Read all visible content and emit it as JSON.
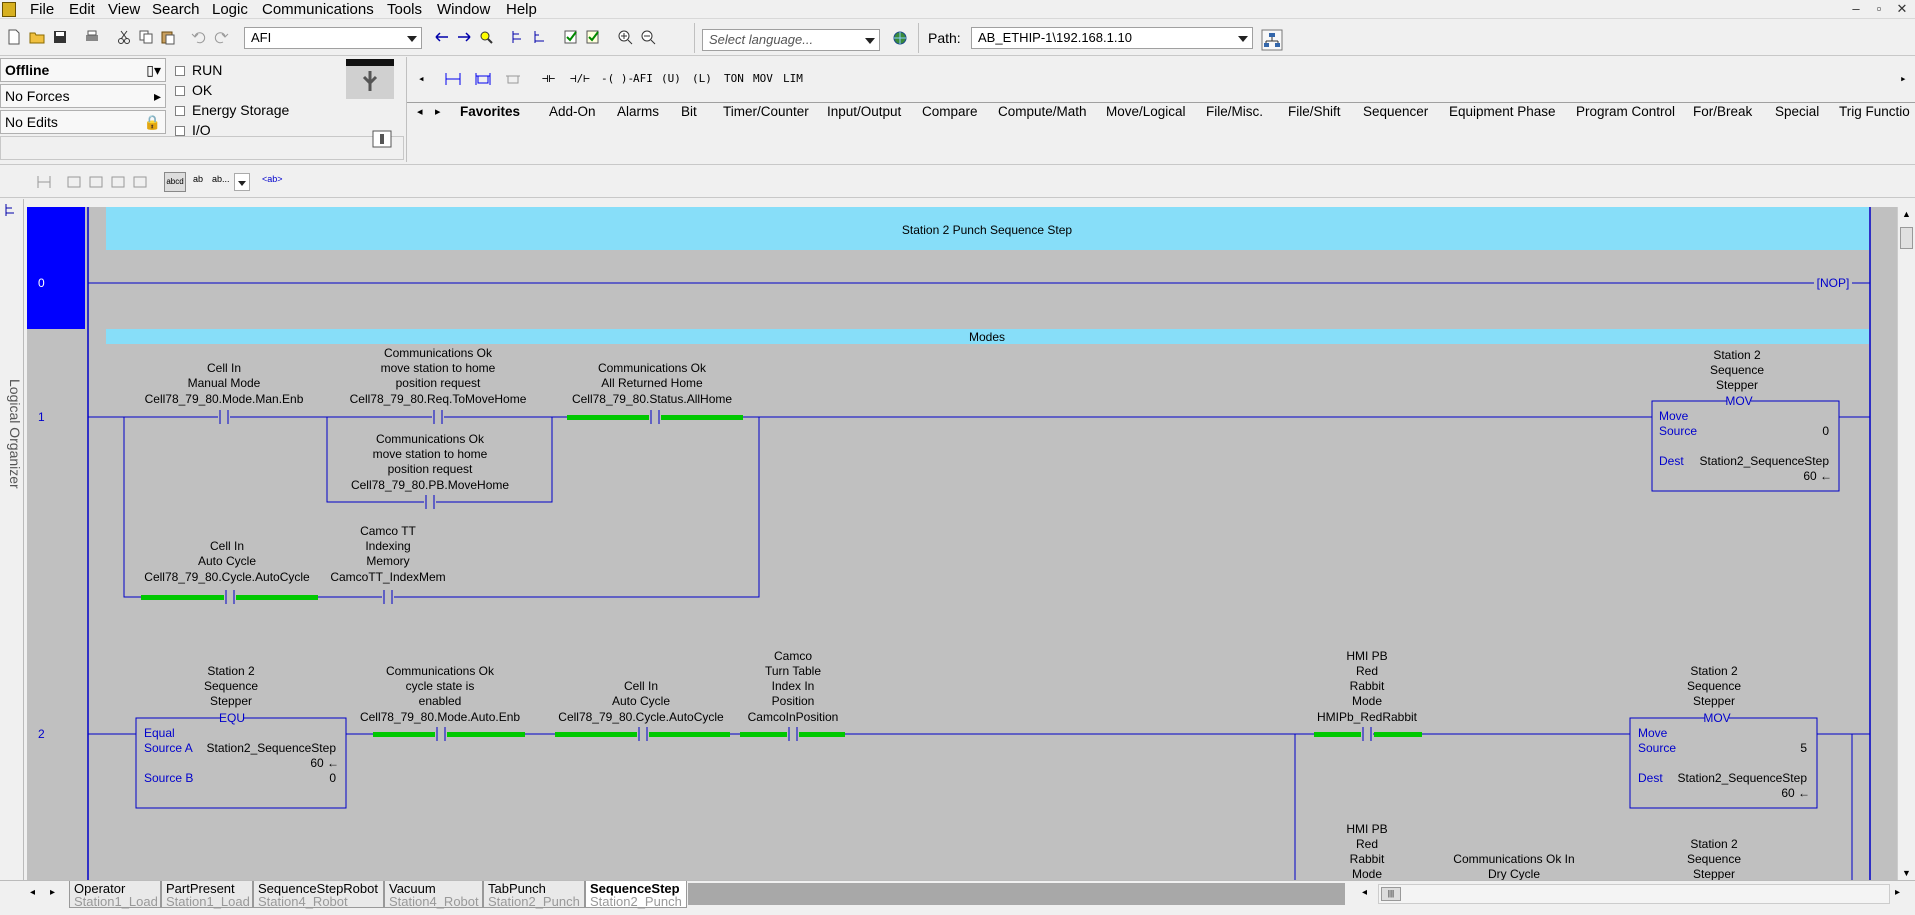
{
  "menu": [
    "File",
    "Edit",
    "View",
    "Search",
    "Logic",
    "Communications",
    "Tools",
    "Window",
    "Help"
  ],
  "window_controls": {
    "minimize": "–",
    "restore": "▫",
    "close": "✕"
  },
  "toolbar": {
    "routine_combo": "AFI",
    "language_placeholder": "Select language...",
    "path_label": "Path:",
    "path_value": "AB_ETHIP-1\\192.168.1.10"
  },
  "status": {
    "mode": "Offline",
    "forces": "No Forces",
    "edits": "No Edits",
    "indicators": [
      "RUN",
      "OK",
      "Energy Storage",
      "I/O"
    ]
  },
  "instructions": [
    "AFI",
    "(U)",
    "(L)",
    "TON",
    "MOV",
    "LIM"
  ],
  "instruction_tabs": [
    "Favorites",
    "Add-On",
    "Alarms",
    "Bit",
    "Timer/Counter",
    "Input/Output",
    "Compare",
    "Compute/Math",
    "Move/Logical",
    "File/Misc.",
    "File/Shift",
    "Sequencer",
    "Equipment Phase",
    "Program Control",
    "For/Break",
    "Special",
    "Trig Functio"
  ],
  "side_label": "Logical Organizer",
  "ladder": {
    "title_comment": "Station 2 Punch Sequence Step",
    "section_comment": "Modes",
    "rung_numbers": [
      "0",
      "1",
      "2"
    ],
    "nop": "[NOP]",
    "rung1": {
      "c1": [
        "Cell In",
        "Manual Mode",
        "Cell78_79_80.Mode.Man.Enb"
      ],
      "c2": [
        "Communications Ok",
        "move station to home",
        "position request",
        "Cell78_79_80.Req.ToMoveHome"
      ],
      "c3": [
        "Communications Ok",
        "move station to home",
        "position request",
        "Cell78_79_80.PB.MoveHome"
      ],
      "c4": [
        "Communications Ok",
        "All Returned Home",
        "Cell78_79_80.Status.AllHome"
      ],
      "c5": [
        "Cell In",
        "Auto Cycle",
        "Cell78_79_80.Cycle.AutoCycle"
      ],
      "c6": [
        "Camco TT",
        "Indexing",
        "Memory",
        "CamcoTT_IndexMem"
      ],
      "mov_desc": [
        "Station 2",
        "Sequence",
        "Stepper"
      ],
      "mov": {
        "name": "MOV",
        "title": "Move",
        "source_label": "Source",
        "source_val": "0",
        "dest_label": "Dest",
        "dest_tag": "Station2_SequenceStep",
        "dest_val": "60 ←"
      }
    },
    "rung2": {
      "equ_desc": [
        "Station 2",
        "Sequence",
        "Stepper"
      ],
      "equ": {
        "name": "EQU",
        "title": "Equal",
        "srcA_label": "Source A",
        "srcA_tag": "Station2_SequenceStep",
        "srcA_val": "60 ←",
        "srcB_label": "Source B",
        "srcB_val": "0"
      },
      "c1": [
        "Communications Ok",
        "cycle state is",
        "enabled",
        "Cell78_79_80.Mode.Auto.Enb"
      ],
      "c2": [
        "Cell In",
        "Auto Cycle",
        "Cell78_79_80.Cycle.AutoCycle"
      ],
      "c3": [
        "Camco",
        "Turn Table",
        "Index In",
        "Position",
        "CamcoInPosition"
      ],
      "c4": [
        "HMI PB",
        "Red",
        "Rabbit",
        "Mode",
        "HMIPb_RedRabbit"
      ],
      "mov_desc": [
        "Station 2",
        "Sequence",
        "Stepper"
      ],
      "mov": {
        "name": "MOV",
        "title": "Move",
        "source_label": "Source",
        "source_val": "5",
        "dest_label": "Dest",
        "dest_tag": "Station2_SequenceStep",
        "dest_val": "60 ←"
      },
      "branch_c": [
        "HMI PB",
        "Red",
        "Rabbit",
        "Mode"
      ],
      "branch_c2": [
        "Communications Ok In",
        "Dry Cycle"
      ],
      "branch_desc": [
        "Station 2",
        "Sequence",
        "Stepper"
      ]
    }
  },
  "routine_tabs": [
    {
      "name": "Operator",
      "sub": "Station1_Load"
    },
    {
      "name": "PartPresent",
      "sub": "Station1_Load"
    },
    {
      "name": "SequenceStepRobot",
      "sub": "Station4_Robot"
    },
    {
      "name": "Vacuum",
      "sub": "Station4_Robot"
    },
    {
      "name": "TabPunch",
      "sub": "Station2_Punch"
    },
    {
      "name": "SequenceStep",
      "sub": "Station2_Punch"
    }
  ],
  "colors": {
    "ladder_bg": "#c0c0c0",
    "comment_bg": "#87def9",
    "rung_sel": "#0000ff",
    "wire": "#0000c8",
    "energized": "#00c800"
  }
}
